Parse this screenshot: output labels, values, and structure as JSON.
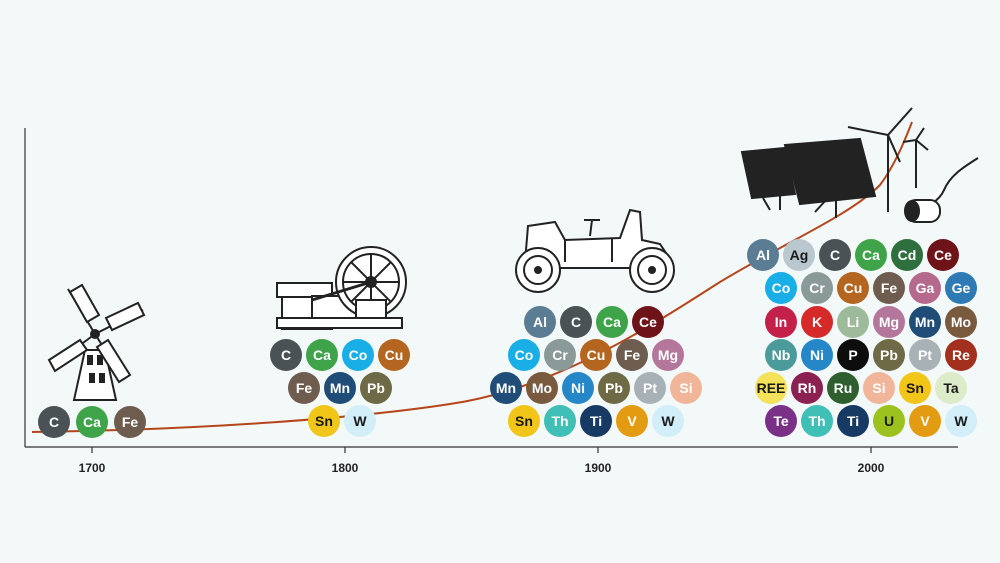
{
  "axis": {
    "years": [
      "1700",
      "1800",
      "1900",
      "2000"
    ]
  },
  "elements": {
    "Ag": {
      "bg": "#b9c7cf",
      "fg": "#1a1a1a"
    },
    "Al": {
      "bg": "#5b7d93",
      "fg": "#ffffff"
    },
    "C": {
      "bg": "#4a5256",
      "fg": "#ffffff"
    },
    "Ca": {
      "bg": "#3fa449",
      "fg": "#ffffff"
    },
    "Cd": {
      "bg": "#2f6f3e",
      "fg": "#ffffff"
    },
    "Ce": {
      "bg": "#6e1418",
      "fg": "#ffffff"
    },
    "Co": {
      "bg": "#19aee6",
      "fg": "#ffffff"
    },
    "Cr": {
      "bg": "#8a9a98",
      "fg": "#ffffff"
    },
    "Cu": {
      "bg": "#b4651f",
      "fg": "#ffffff"
    },
    "Fe": {
      "bg": "#6e5c4e",
      "fg": "#ffffff"
    },
    "Ga": {
      "bg": "#b5698d",
      "fg": "#ffffff"
    },
    "Ge": {
      "bg": "#2d7ab4",
      "fg": "#ffffff"
    },
    "In": {
      "bg": "#c4214a",
      "fg": "#ffffff"
    },
    "K": {
      "bg": "#d62a2a",
      "fg": "#ffffff"
    },
    "Li": {
      "bg": "#9dbb9a",
      "fg": "#ffffff"
    },
    "Mg": {
      "bg": "#b5769c",
      "fg": "#ffffff"
    },
    "Mn": {
      "bg": "#1f4d78",
      "fg": "#ffffff"
    },
    "Mo": {
      "bg": "#7a5a3f",
      "fg": "#ffffff"
    },
    "Nb": {
      "bg": "#4b9b9a",
      "fg": "#ffffff"
    },
    "Ni": {
      "bg": "#2687c8",
      "fg": "#ffffff"
    },
    "P": {
      "bg": "#0d0d0d",
      "fg": "#ffffff"
    },
    "Pb": {
      "bg": "#6d6a45",
      "fg": "#ffffff"
    },
    "Pt": {
      "bg": "#a8b2b6",
      "fg": "#ffffff"
    },
    "Re": {
      "bg": "#a3301f",
      "fg": "#ffffff"
    },
    "REE": {
      "bg": "#f3e25a",
      "fg": "#1a1a1a"
    },
    "Rh": {
      "bg": "#8a2150",
      "fg": "#ffffff"
    },
    "Ru": {
      "bg": "#2f5f2f",
      "fg": "#ffffff"
    },
    "Si": {
      "bg": "#f1b59a",
      "fg": "#ffffff"
    },
    "Sn": {
      "bg": "#f2c618",
      "fg": "#1a1a1a"
    },
    "Ta": {
      "bg": "#dcebc8",
      "fg": "#1a1a1a"
    },
    "Te": {
      "bg": "#7a3087",
      "fg": "#ffffff"
    },
    "Th": {
      "bg": "#3fbfb6",
      "fg": "#ffffff"
    },
    "Ti": {
      "bg": "#163a64",
      "fg": "#ffffff"
    },
    "U": {
      "bg": "#9cc21f",
      "fg": "#1a1a1a"
    },
    "V": {
      "bg": "#e39b11",
      "fg": "#ffffff"
    },
    "W": {
      "bg": "#d2eef9",
      "fg": "#1a1a1a"
    }
  },
  "groups": [
    {
      "year": "1700",
      "icon": "windmill-icon",
      "rows": [
        [
          "C",
          "Ca",
          "Fe"
        ]
      ]
    },
    {
      "year": "1800",
      "icon": "steam-engine-icon",
      "rows": [
        [
          "C",
          "Ca",
          "Co",
          "Cu"
        ],
        [
          "Fe",
          "Mn",
          "Pb"
        ],
        [
          "Sn",
          "W"
        ]
      ]
    },
    {
      "year": "1900",
      "icon": "vintage-car-icon",
      "rows": [
        [
          "Al",
          "C",
          "Ca",
          "Ce"
        ],
        [
          "Co",
          "Cr",
          "Cu",
          "Fe",
          "Mg"
        ],
        [
          "Mn",
          "Mo",
          "Ni",
          "Pb",
          "Pt",
          "Si"
        ],
        [
          "Sn",
          "Th",
          "Ti",
          "V",
          "W"
        ]
      ]
    },
    {
      "year": "2000",
      "icon": "renewables-icon",
      "rows": [
        [
          "Al",
          "Ag",
          "C",
          "Ca",
          "Cd",
          "Ce"
        ],
        [
          "Co",
          "Cr",
          "Cu",
          "Fe",
          "Ga",
          "Ge"
        ],
        [
          "In",
          "K",
          "Li",
          "Mg",
          "Mn",
          "Mo"
        ],
        [
          "Nb",
          "Ni",
          "P",
          "Pb",
          "Pt",
          "Re"
        ],
        [
          "REE",
          "Rh",
          "Ru",
          "Si",
          "Sn",
          "Ta"
        ],
        [
          "Te",
          "Th",
          "Ti",
          "U",
          "V",
          "W"
        ]
      ]
    }
  ],
  "colors": {
    "background": "#f3f8f8",
    "curve": "#b5451b",
    "axis": "#333333"
  }
}
